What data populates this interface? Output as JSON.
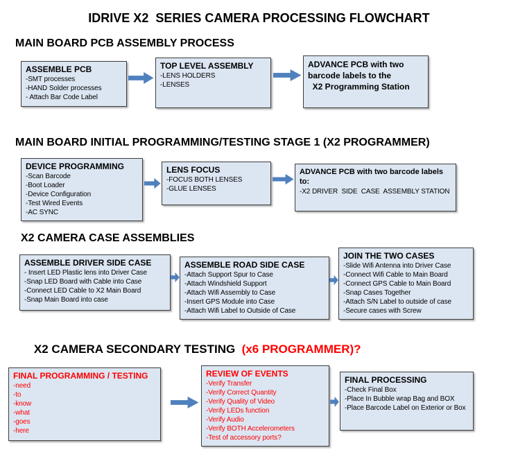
{
  "title": "IDRIVE X2  SERIES CAMERA PROCESSING FLOWCHART",
  "colors": {
    "page_bg": "#ffffff",
    "text": "#000000",
    "box_fill": "#dce6f2",
    "box_border": "#3c3c3c",
    "arrow": "#4f81bd",
    "accent_red": "#ff0000"
  },
  "arrow_icon": "right-block-arrow",
  "sections": [
    {
      "heading": "MAIN BOARD PCB ASSEMBLY PROCESS",
      "boxes": [
        {
          "title": "ASSEMBLE PCB",
          "items": [
            "-SMT processes",
            "-HAND Solder processes",
            "- Attach Bar Code Label"
          ]
        },
        {
          "title": "TOP LEVEL ASSEMBLY",
          "items": [
            "-LENS HOLDERS",
            "-LENSES"
          ]
        },
        {
          "title": "ADVANCE PCB with two\nbarcode labels to the\n  X2 Programming Station",
          "items": []
        }
      ]
    },
    {
      "heading": "MAIN BOARD INITIAL PROGRAMMING/TESTING STAGE 1 (X2 PROGRAMMER)",
      "boxes": [
        {
          "title": "DEVICE PROGRAMMING",
          "items": [
            "-Scan Barcode",
            "-Boot Loader",
            "-Device Configuration",
            "-Test Wired Events",
            "-AC SYNC"
          ]
        },
        {
          "title": "LENS FOCUS",
          "items": [
            "-FOCUS BOTH LENSES",
            "-GLUE LENSES"
          ]
        },
        {
          "title": "ADVANCE PCB with two barcode labels to:",
          "items": [
            "-X2 DRIVER  SIDE  CASE  ASSEMBLY STATION"
          ]
        }
      ]
    },
    {
      "heading": "X2 CAMERA CASE ASSEMBLIES",
      "boxes": [
        {
          "title": "ASSEMBLE DRIVER SIDE CASE",
          "items": [
            "- Insert LED Plastic lens into Driver Case",
            "-Snap LED Board with Cable into Case",
            "-Connect LED Cable to X2 Main Board",
            "-Snap Main Board into case"
          ]
        },
        {
          "title": "ASSEMBLE ROAD SIDE CASE",
          "items": [
            "-Attach Support Spur to Case",
            "-Attach Windshield Support",
            "-Attach Wifi Assembly to Case",
            "-Insert GPS Module into Case",
            "-Attach Wifi Label to Outside of Case"
          ]
        },
        {
          "title": "JOIN THE TWO CASES",
          "items": [
            "-Slide Wifi Antenna into Driver Case",
            "-Connect Wifi Cable to Main Board",
            "-Connect GPS Cable to Main Board",
            "-Snap Cases Together",
            "-Attach S/N Label to outside of case",
            "-Secure cases with Screw"
          ]
        }
      ]
    },
    {
      "heading": "X2 CAMERA SECONDARY TESTING",
      "heading_suffix": "  (x6 PROGRAMMER)?",
      "boxes": [
        {
          "title": "FINAL PROGRAMMING / TESTING",
          "text_color": "red",
          "items": [
            "-need",
            "-to",
            "-know",
            "-what",
            "-goes",
            "-here"
          ]
        },
        {
          "title": "REVIEW OF EVENTS",
          "text_color": "red",
          "items": [
            "-Verify Transfer",
            "-Verify Correct Quantity",
            "-Verify Quality of Video",
            "-Verify LEDs function",
            "-Verify Audio",
            "-Verify BOTH Accelerometers",
            "-Test of accessory ports?"
          ]
        },
        {
          "title": "FINAL PROCESSING",
          "items": [
            "-Check Final Box",
            "-Place In Bubble wrap Bag and BOX",
            "-Place Barcode Label on Exterior or Box"
          ]
        }
      ]
    }
  ]
}
